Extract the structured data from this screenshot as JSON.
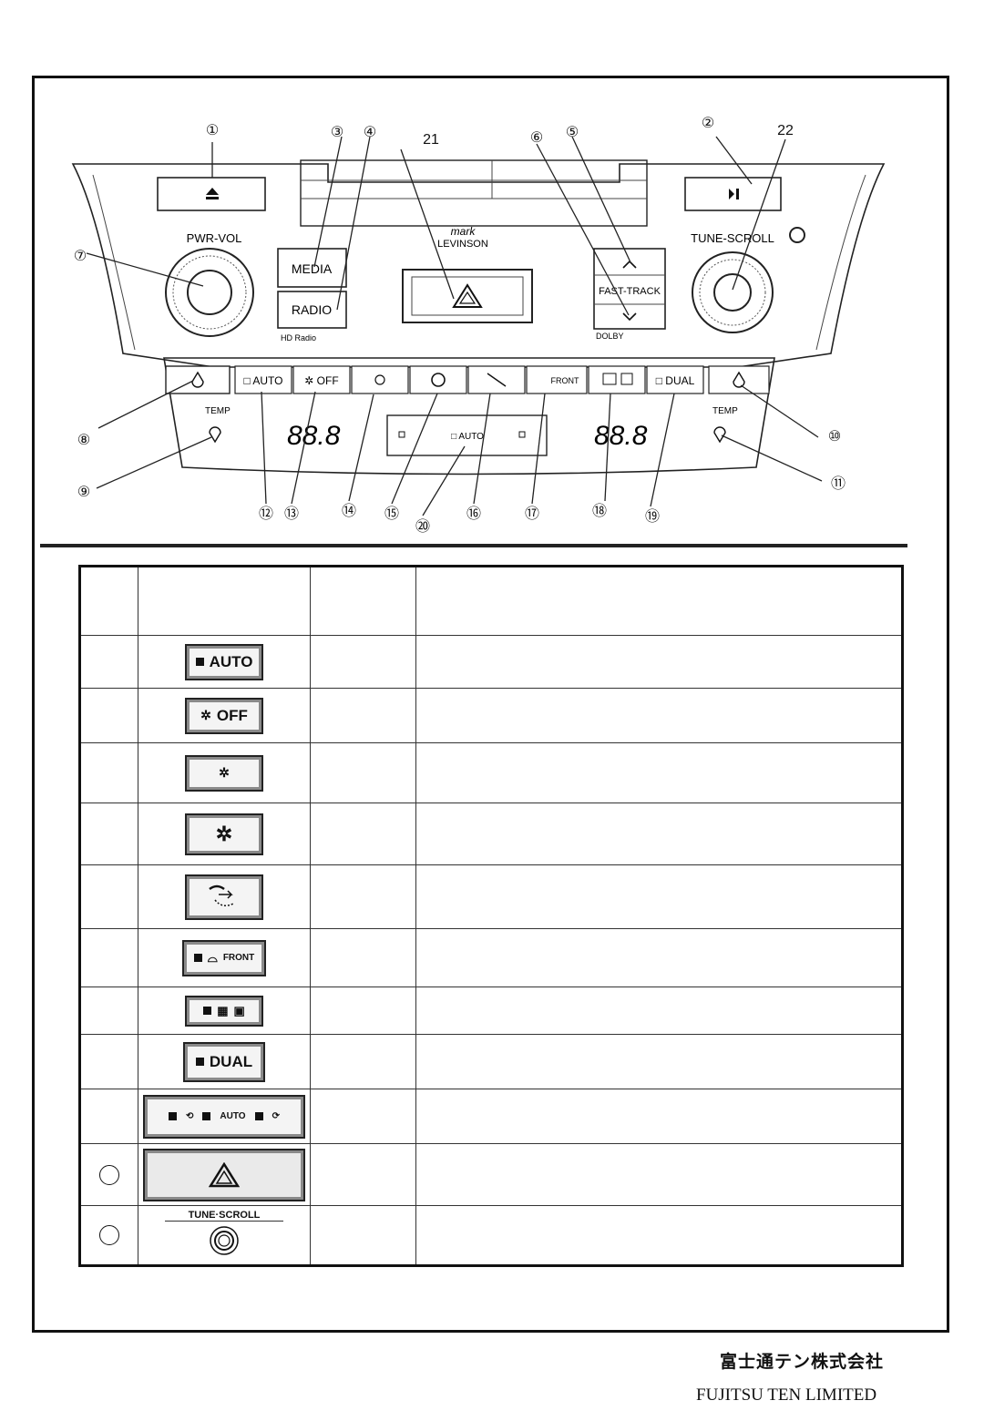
{
  "diagram": {
    "callouts": [
      "①",
      "②",
      "③",
      "④",
      "⑤",
      "⑥",
      "⑦",
      "⑧",
      "⑨",
      "⑩",
      "⑪",
      "⑫",
      "⑬",
      "⑭",
      "⑮",
      "⑯",
      "⑰",
      "⑱",
      "⑲",
      "⑳",
      "21",
      "22"
    ],
    "labels": {
      "pwr_vol": "PWR-VOL",
      "tune_scroll": "TUNE-SCROLL",
      "media": "MEDIA",
      "radio": "RADIO",
      "hd_radio": "HD Radio",
      "fast_track": "FAST-TRACK",
      "dolby": "DOLBY",
      "brand_line1": "mark",
      "brand_line2": "LEVINSON",
      "auto": "□ AUTO",
      "fan_off": "✲ OFF",
      "front": "FRONT",
      "dual": "□ DUAL",
      "temp_left": "TEMP",
      "temp_right": "TEMP",
      "display_left": "88.8",
      "display_right": "88.8",
      "mode_auto": "□ AUTO"
    }
  },
  "table": {
    "rows": [
      {
        "num": "",
        "icon": "AUTO"
      },
      {
        "num": "",
        "icon": "OFF"
      },
      {
        "num": "",
        "icon": "fan-low"
      },
      {
        "num": "",
        "icon": "fan-high"
      },
      {
        "num": "",
        "icon": "defog"
      },
      {
        "num": "",
        "icon": "FRONT"
      },
      {
        "num": "",
        "icon": "rear-defog"
      },
      {
        "num": "",
        "icon": "DUAL"
      },
      {
        "num": "",
        "icon": "AUTO"
      },
      {
        "num": "○",
        "icon": "hazard"
      },
      {
        "num": "○",
        "icon": "TUNE·SCROLL"
      }
    ]
  },
  "footer": {
    "company_jp": "富士通テン株式会社",
    "company_en": "FUJITSU TEN LIMITED"
  }
}
